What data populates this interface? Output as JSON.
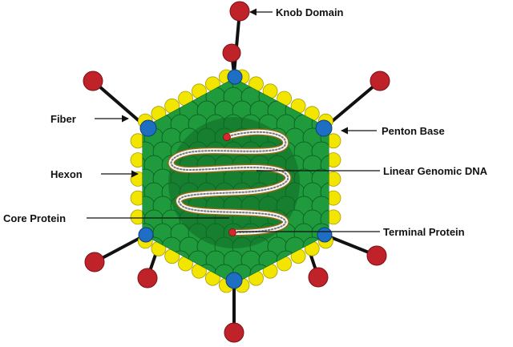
{
  "labels": {
    "knob_domain": "Knob Domain",
    "fiber": "Fiber",
    "penton_base": "Penton Base",
    "hexon": "Hexon",
    "linear_genomic_dna": "Linear Genomic DNA",
    "core_protein": "Core Protein",
    "terminal_protein": "Terminal Protein"
  },
  "colors": {
    "hexon": "#1f9a3c",
    "hexon_outline": "#0b5a1e",
    "hexon_edge": "#f2e600",
    "penton_base": "#1e6fc4",
    "knob": "#c0222a",
    "fiber": "#111111",
    "dna": "#f4f4f4",
    "dna_outline": "#8a6a10",
    "core_protein": "#c45a1a",
    "terminal_protein": "#d8282e"
  }
}
